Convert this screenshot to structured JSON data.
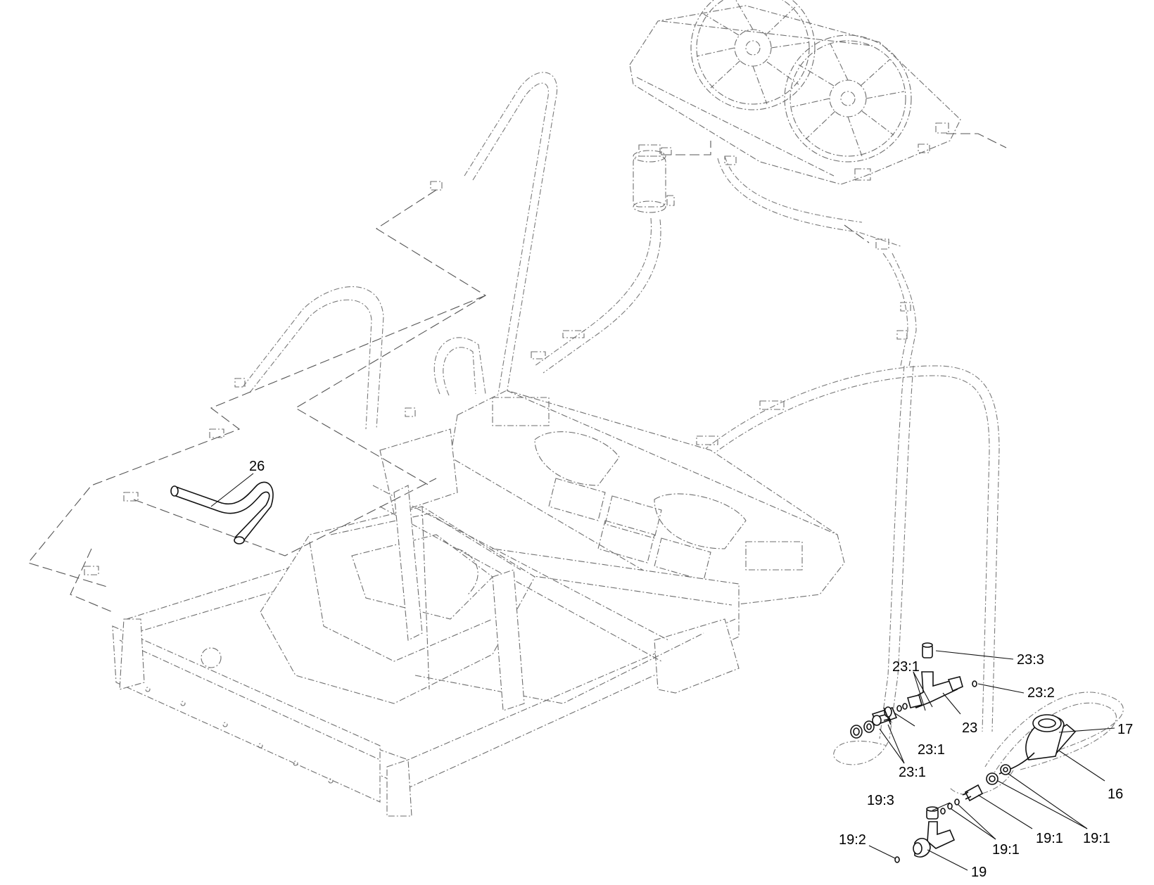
{
  "callouts": [
    {
      "id": "c26",
      "label": "26"
    },
    {
      "id": "c23-3",
      "label": "23:3"
    },
    {
      "id": "c23-1a",
      "label": "23:1"
    },
    {
      "id": "c23-2",
      "label": "23:2"
    },
    {
      "id": "c23",
      "label": "23"
    },
    {
      "id": "c23-1b",
      "label": "23:1"
    },
    {
      "id": "c23-1c",
      "label": "23:1"
    },
    {
      "id": "c17",
      "label": "17"
    },
    {
      "id": "c16",
      "label": "16"
    },
    {
      "id": "c19-3",
      "label": "19:3"
    },
    {
      "id": "c19-2",
      "label": "19:2"
    },
    {
      "id": "c19",
      "label": "19"
    },
    {
      "id": "c19-1a",
      "label": "19:1"
    },
    {
      "id": "c19-1b",
      "label": "19:1"
    },
    {
      "id": "c19-1c",
      "label": "19:1"
    }
  ]
}
